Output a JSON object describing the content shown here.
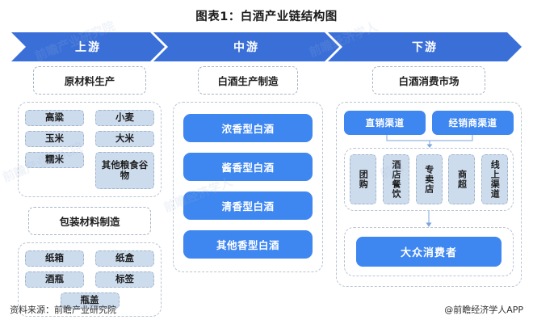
{
  "title": "图表1：白酒产业链结构图",
  "banners": [
    {
      "label": "上游"
    },
    {
      "label": "中游"
    },
    {
      "label": "下游"
    }
  ],
  "upstream": {
    "raw_material": {
      "header": "原材料生产",
      "items_left": [
        "高粱",
        "玉米",
        "糯米"
      ],
      "items_right": [
        "小麦",
        "大米",
        "其他粮食谷物"
      ]
    },
    "packaging": {
      "header": "包装材料制造",
      "row1": [
        "纸箱",
        "纸盒"
      ],
      "row2": [
        "酒瓶",
        "标签"
      ],
      "row3": [
        "瓶盖"
      ]
    }
  },
  "midstream": {
    "header": "白酒生产制造",
    "types": [
      "浓香型白酒",
      "酱香型白酒",
      "清香型白酒",
      "其他香型白酒"
    ]
  },
  "downstream": {
    "header": "白酒消费市场",
    "channels_top": [
      "直销渠道",
      "经销商渠道"
    ],
    "channels": [
      "团购",
      "酒店餐饮",
      "专卖店",
      "商超",
      "线上渠道"
    ],
    "consumer": "大众消费者"
  },
  "footer": {
    "source": "资料来源：前瞻产业研究院",
    "watermark": "@前瞻经济学人APP"
  },
  "colors": {
    "banner_blue": "#3a6fd8",
    "pill_blue": "#3e86f0",
    "chip_blue": "#cddced",
    "dashed_border": "#b9c4d2"
  },
  "watermarks": [
    "前瞻产业研究院",
    "前瞻经济学人",
    "前瞻"
  ]
}
